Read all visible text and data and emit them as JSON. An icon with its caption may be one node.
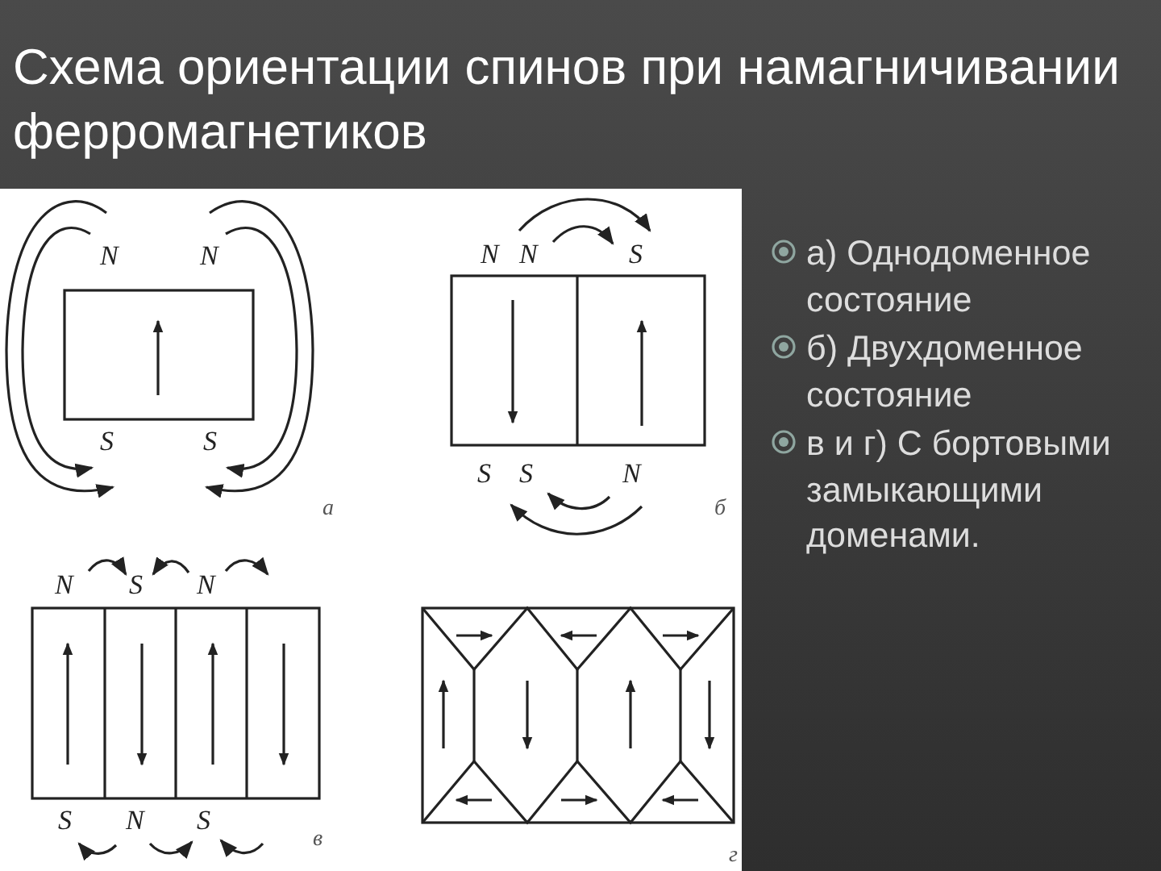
{
  "diagram": {
    "title": "Схема ориентации спинов при намагничивании ферромагнетиков",
    "labels": [
      "N",
      "N",
      "S",
      "S",
      "а",
      "N",
      "N",
      "S",
      "S",
      "S",
      "N",
      "б",
      "N",
      "S",
      "N",
      "S",
      "N",
      "S",
      "в",
      "г",
      "а) Однодоменное состояние",
      "б) Двухдоменное состояние",
      "в и г) С бортовыми замыкающими доменами."
    ]
  }
}
